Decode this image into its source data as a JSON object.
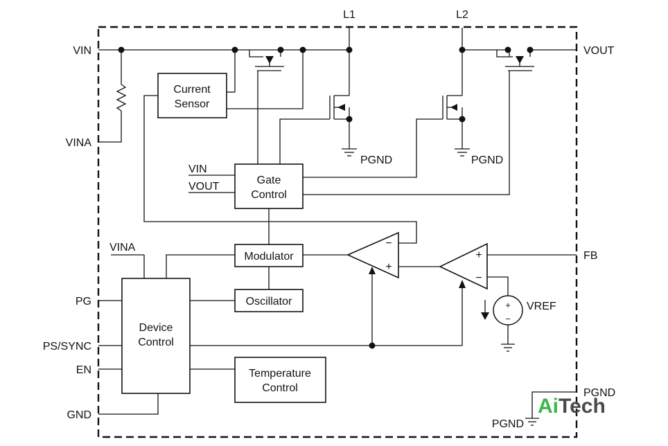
{
  "pins": {
    "vin": "VIN",
    "vina_left": "VINA",
    "pg": "PG",
    "ps_sync": "PS/SYNC",
    "en": "EN",
    "gnd": "GND",
    "l1": "L1",
    "l2": "L2",
    "vout": "VOUT",
    "fb": "FB",
    "pgnd_right": "PGND",
    "pgnd_bottom": "PGND"
  },
  "blocks": {
    "current_sensor": [
      "Current",
      "Sensor"
    ],
    "gate_control": [
      "Gate",
      "Control"
    ],
    "modulator": "Modulator",
    "oscillator": "Oscillator",
    "device_control": [
      "Device",
      "Control"
    ],
    "temperature_control": [
      "Temperature",
      "Control"
    ]
  },
  "labels": {
    "gate_in_vin": "VIN",
    "gate_in_vout": "VOUT",
    "vina_internal": "VINA",
    "pgnd_q1": "PGND",
    "pgnd_q2": "PGND",
    "vref": "VREF"
  },
  "comparators": {
    "minus": "−",
    "plus": "+"
  },
  "watermark": {
    "part1": "Ai",
    "part2": "Tech"
  },
  "colors": {
    "line": "#111111",
    "watermark_green": "#3cb54a",
    "watermark_gray": "#4a4a4a"
  }
}
